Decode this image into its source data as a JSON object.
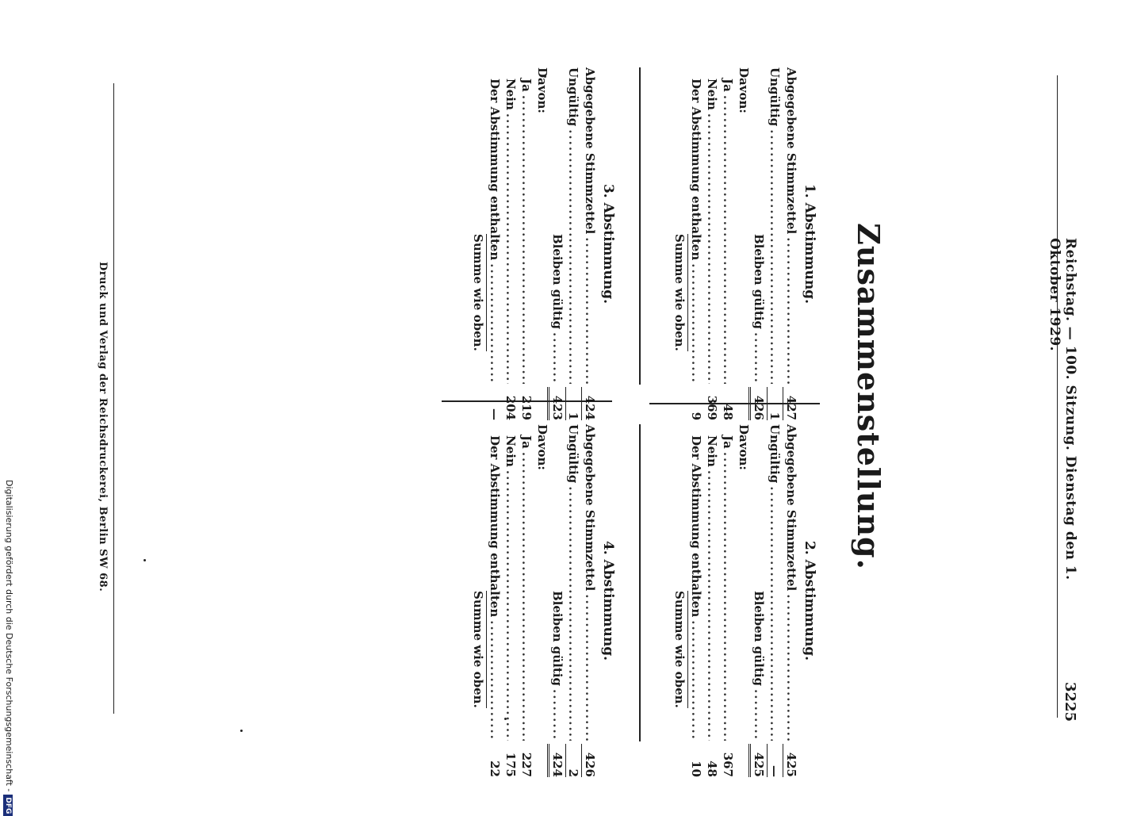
{
  "header": {
    "running_title": "Reichstag. — 100. Sitzung. Dienstag den 1. Oktober 1929.",
    "page_number": "3225"
  },
  "title": "Zusammenstellung.",
  "sections": [
    {
      "title": "1. Abstimmung.",
      "abgegeben_label": "Abgegebene Stimmzettel",
      "abgegeben": "427",
      "ungueltig_label": "Ungültig",
      "ungueltig": "1",
      "bleiben_label": "Bleiben gültig",
      "bleiben": "426",
      "davon_label": "Davon:",
      "ja_label": "Ja",
      "ja": "48",
      "nein_label": "Nein",
      "nein": "369",
      "enthalten_label": "Der Abstimmung enthalten",
      "enthalten": "9",
      "summe_label": "Summe wie oben."
    },
    {
      "title": "2. Abstimmung.",
      "abgegeben_label": "Abgegebene Stimmzettel",
      "abgegeben": "425",
      "ungueltig_label": "Ungültig",
      "ungueltig": "—",
      "bleiben_label": "Bleiben gültig",
      "bleiben": "425",
      "davon_label": "Davon:",
      "ja_label": "Ja",
      "ja": "367",
      "nein_label": "Nein",
      "nein": "48",
      "enthalten_label": "Der Abstimmung enthalten",
      "enthalten": "10",
      "summe_label": "Summe wie oben."
    },
    {
      "title": "3. Abstimmung.",
      "abgegeben_label": "Abgegebene Stimmzettel",
      "abgegeben": "424",
      "ungueltig_label": "Ungültig",
      "ungueltig": "1",
      "bleiben_label": "Bleiben gültig",
      "bleiben": "423",
      "davon_label": "Davon:",
      "ja_label": "Ja",
      "ja": "219",
      "nein_label": "Nein",
      "nein": "204",
      "enthalten_label": "Der Abstimmung enthalten",
      "enthalten": "—",
      "summe_label": "Summe wie oben."
    },
    {
      "title": "4. Abstimmung.",
      "abgegeben_label": "Abgegebene Stimmzettel",
      "abgegeben": "426",
      "ungueltig_label": "Ungültig",
      "ungueltig": "2",
      "bleiben_label": "Bleiben gültig",
      "bleiben": "424",
      "davon_label": "Davon:",
      "ja_label": "Ja",
      "ja": "227",
      "nein_label": "Nein",
      "nein": "175",
      "enthalten_label": "Der Abstimmung enthalten",
      "enthalten": "22",
      "summe_label": "Summe wie oben."
    }
  ],
  "footer": {
    "imprint": "Druck und Verlag der Reichsdruckerei, Berlin SW 68."
  },
  "margin_note": {
    "text": "Digitalisierung gefördert durch die Deutsche Forschungsgemeinschaft -",
    "badge": "DFG"
  }
}
